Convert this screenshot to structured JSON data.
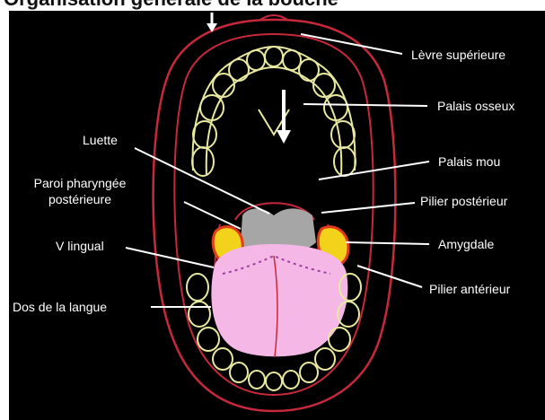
{
  "figure": {
    "header_partial": "Organisation générale de la bouche",
    "labels": {
      "levre_superieure": "Lèvre supérieure",
      "palais_osseux": "Palais osseux",
      "palais_mou": "Palais mou",
      "pilier_posterieur": "Pilier postérieur",
      "amygdale": "Amygdale",
      "pilier_anterieur": "Pilier antérieur",
      "luette": "Luette",
      "paroi_line1": "Paroi pharyngée",
      "paroi_line2": "postérieure",
      "v_lingual": "V lingual",
      "dos_langue": "Dos de la langue"
    },
    "colors": {
      "background": "#000000",
      "lip_outline": "#c8283c",
      "teeth": "#e8e8a0",
      "tongue": "#f5b8e6",
      "tonsil": "#f2d21a",
      "tonsil_edge": "#e23a1a",
      "uvula": "#a6a6a6",
      "label_text": "#ffffff"
    }
  }
}
